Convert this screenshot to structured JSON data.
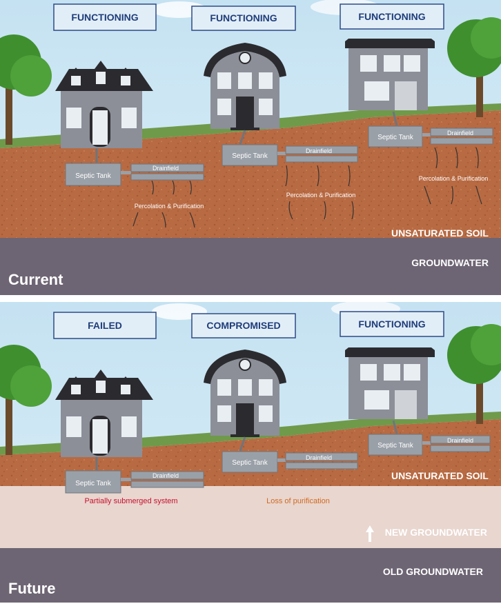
{
  "current": {
    "title": "Current",
    "statuses": [
      "FUNCTIONING",
      "FUNCTIONING",
      "FUNCTIONING"
    ],
    "septic_label": "Septic Tank",
    "drainfield_label": "Drainfield",
    "percolation_label": "Percolation & Purification",
    "unsaturated_label": "UNSATURATED SOIL",
    "groundwater_label": "GROUNDWATER"
  },
  "future": {
    "title": "Future",
    "statuses": [
      "FAILED",
      "COMPROMISED",
      "FUNCTIONING"
    ],
    "septic_label": "Septic Tank",
    "drainfield_label": "Drainfield",
    "unsaturated_label": "UNSATURATED SOIL",
    "new_groundwater_label": "NEW GROUNDWATER",
    "old_groundwater_label": "OLD GROUNDWATER",
    "annotation_failed": "Partially submerged system",
    "annotation_compromised": "Loss of purification"
  },
  "colors": {
    "sky": "#cde6f3",
    "soil": "#b86a42",
    "groundwater": "#6e6574",
    "new_groundwater": "#e8d6cf",
    "status_text": "#1f3d7a",
    "failed_text": "#c8102e",
    "compromised_text": "#d2691e",
    "house": "#8c8f98",
    "roof": "#2b2b2f"
  }
}
